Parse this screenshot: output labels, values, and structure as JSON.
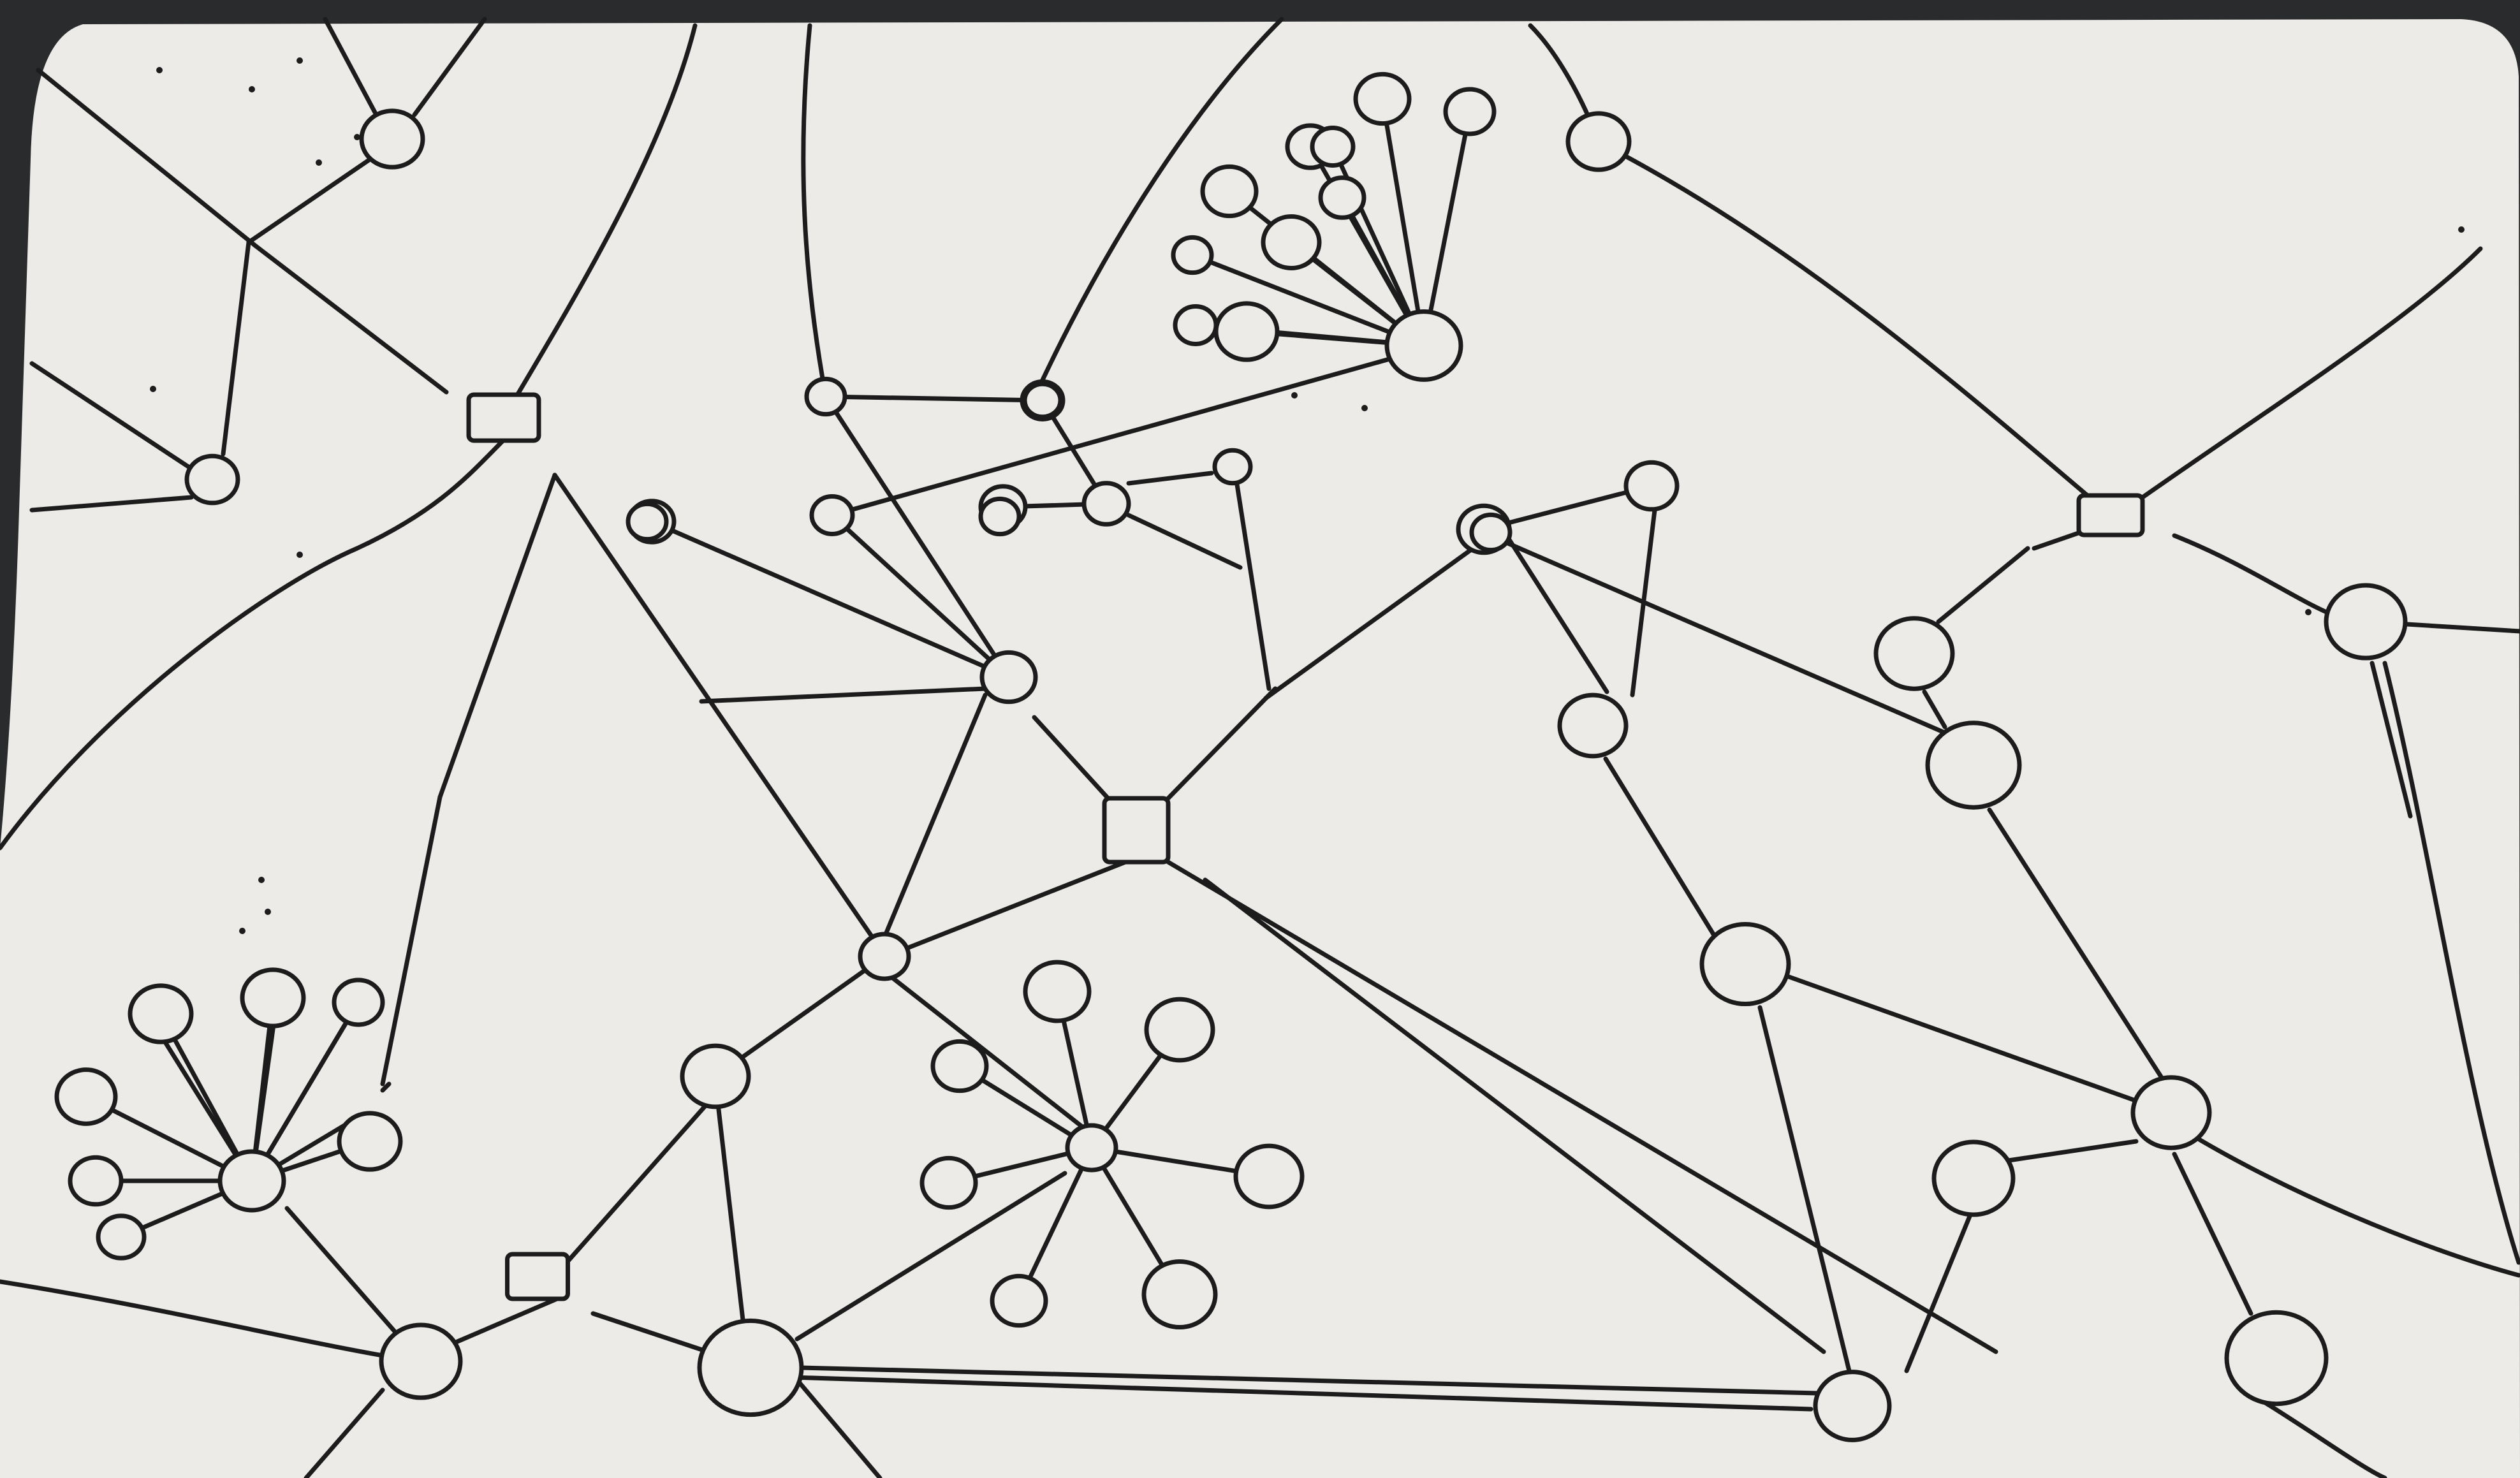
{
  "colors": {
    "background": "#2a2b2d",
    "paper": "#ecebe8",
    "ink": "#1c1c1c"
  },
  "diagram": {
    "text": [],
    "nodes": [
      {
        "id": "n1",
        "kind": "circle"
      },
      {
        "id": "n2",
        "kind": "circle"
      },
      {
        "id": "n3",
        "kind": "circle"
      },
      {
        "id": "n4",
        "kind": "circle"
      },
      {
        "id": "n5",
        "kind": "circle"
      },
      {
        "id": "n6",
        "kind": "circle"
      },
      {
        "id": "n7",
        "kind": "circle"
      },
      {
        "id": "n8",
        "kind": "circle"
      },
      {
        "id": "n9",
        "kind": "circle"
      },
      {
        "id": "n10",
        "kind": "circle"
      },
      {
        "id": "n11",
        "kind": "circle"
      },
      {
        "id": "n12",
        "kind": "circle"
      },
      {
        "id": "n13",
        "kind": "circle"
      },
      {
        "id": "n14",
        "kind": "circle"
      },
      {
        "id": "n15",
        "kind": "circle"
      },
      {
        "id": "n16",
        "kind": "circle"
      },
      {
        "id": "n17",
        "kind": "circle"
      },
      {
        "id": "n18",
        "kind": "circle"
      },
      {
        "id": "n19",
        "kind": "circle"
      },
      {
        "id": "n20",
        "kind": "circle"
      },
      {
        "id": "n21",
        "kind": "circle"
      },
      {
        "id": "n22",
        "kind": "circle"
      },
      {
        "id": "n23",
        "kind": "circle"
      },
      {
        "id": "n24",
        "kind": "circle"
      },
      {
        "id": "n25",
        "kind": "circle"
      },
      {
        "id": "h1",
        "kind": "hub"
      },
      {
        "id": "h2",
        "kind": "hub"
      },
      {
        "id": "h3",
        "kind": "hub"
      },
      {
        "id": "h4",
        "kind": "hub"
      },
      {
        "id": "h5",
        "kind": "hub"
      },
      {
        "id": "h6",
        "kind": "hub"
      },
      {
        "id": "h7",
        "kind": "hub"
      },
      {
        "id": "s1",
        "kind": "square"
      },
      {
        "id": "s2",
        "kind": "square"
      },
      {
        "id": "s3",
        "kind": "square"
      },
      {
        "id": "s4",
        "kind": "square"
      }
    ],
    "clusters": [
      {
        "hub": "h1",
        "leaves": 10
      },
      {
        "hub": "h2",
        "leaves": 9
      },
      {
        "hub": "h3",
        "leaves": 8
      }
    ]
  }
}
